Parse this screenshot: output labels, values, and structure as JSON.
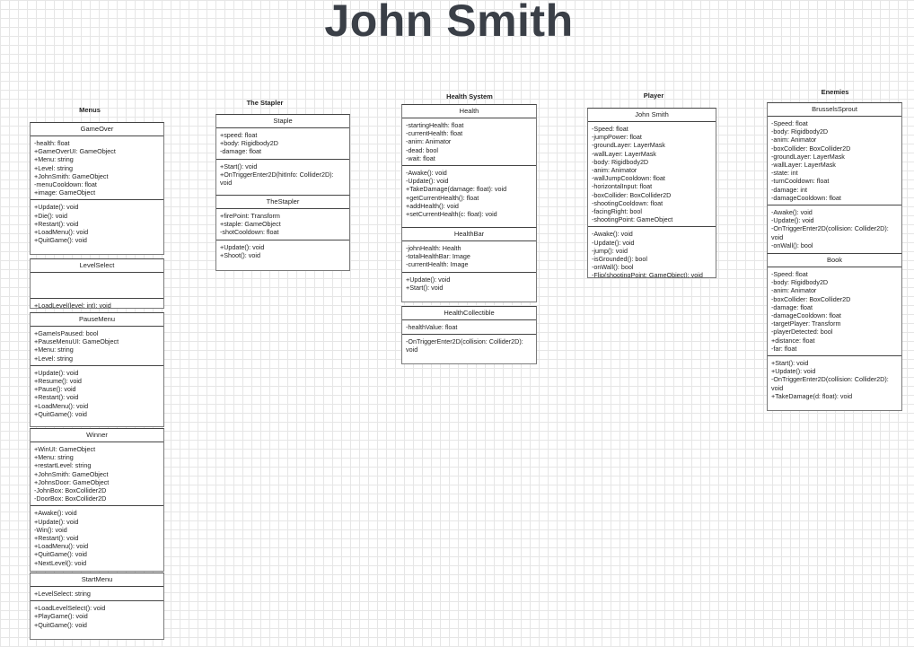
{
  "title": "John Smith",
  "headings": {
    "menus": "Menus",
    "stapler": "The Stapler",
    "health": "Health System",
    "player": "Player",
    "enemies": "Enemies"
  },
  "classes": {
    "gameover": {
      "name": "GameOver",
      "attrs": [
        "-health: float",
        "+GameOverUI: GameObject",
        "+Menu: string",
        "+Level: string",
        "+JohnSmith: GameObject",
        "-menuCooldown: float",
        "+image: GameObject"
      ],
      "methods": [
        "+Update(): void",
        "+Die(): void",
        "+Restart(): void",
        "+LoadMenu(): void",
        "+QuitGame(): void"
      ]
    },
    "levelselect": {
      "name": "LevelSelect",
      "attrs": [],
      "methods": [
        "+LoadLevel(level: int): void"
      ]
    },
    "pausemenu": {
      "name": "PauseMenu",
      "attrs": [
        "+GameIsPaused: bool",
        "+PauseMenuUI: GameObject",
        "+Menu: string",
        "+Level: string"
      ],
      "methods": [
        "+Update(): void",
        "+Resume(): void",
        "+Pause(): void",
        "+Restart(): void",
        "+LoadMenu(): void",
        "+QuitGame(): void"
      ]
    },
    "winner": {
      "name": "Winner",
      "attrs": [
        "+WinUI: GameObject",
        "+Menu: string",
        "+restartLevel: string",
        "+JohnSmith: GameObject",
        "+JohnsDoor: GameObject",
        "-JohnBox: BoxCollider2D",
        "-DoorBox: BoxCollider2D"
      ],
      "methods": [
        "+Awake(): void",
        "+Update(): void",
        "-Win(): void",
        "+Restart(): void",
        "+LoadMenu(): void",
        "+QuitGame(): void",
        "+NextLevel(): void"
      ]
    },
    "startmenu": {
      "name": "StartMenu",
      "attrs": [
        "+LevelSelect: string"
      ],
      "methods": [
        "+LoadLevelSelect(): void",
        "+PlayGame(): void",
        "+QuitGame(): void"
      ]
    },
    "staple": {
      "name": "Staple",
      "attrs": [
        "+speed: float",
        "+body: Rigidbody2D",
        "-damage: float"
      ],
      "methods": [
        "+Start(): void",
        "+OnTriggerEnter2D(hitInfo: Collider2D): void"
      ]
    },
    "thestapler": {
      "name": "TheStapler",
      "attrs": [
        "+firePoint: Transform",
        "+staple: GameObject",
        "-shotCooldown: float"
      ],
      "methods": [
        "+Update(): void",
        "+Shoot(): void"
      ]
    },
    "health": {
      "name": "Health",
      "attrs": [
        "-startingHealth: float",
        "-currentHealth: float",
        "-anim: Animator",
        "-dead: bool",
        "-wait: float"
      ],
      "methods": [
        "-Awake(): void",
        "-Update(): void",
        "+TakeDamage(damage: float): void",
        "+getCurrentHealth(): float",
        "+addHealth(): void",
        "+setCurrentHealth(c: float): void"
      ]
    },
    "healthbar": {
      "name": "HealthBar",
      "attrs": [
        "-johnHealth: Health",
        "-totalHealthBar: Image",
        "-currentHealth: Image"
      ],
      "methods": [
        "+Update(): void",
        "+Start(): void"
      ]
    },
    "healthcollectible": {
      "name": "HealthCollectible",
      "attrs": [
        "-healthValue: float"
      ],
      "methods": [
        "-OnTriggerEnter2D(collision: Collider2D): void"
      ]
    },
    "johnsmith": {
      "name": "John Smith",
      "attrs": [
        "-Speed: float",
        "-jumpPower: float",
        "-groundLayer: LayerMask",
        "-wallLayer: LayerMask",
        "-body: Rigidbody2D",
        "-anim: Animator",
        "-wallJumpCooldown: float",
        "-horizontalInput: float",
        "-boxCollider: BoxCollider2D",
        "-shootingCooldown: float",
        "-facingRight: bool",
        "-shootingPoint: GameObject"
      ],
      "methods": [
        "-Awake(): void",
        "-Update(): void",
        "-jump(): void",
        "-isGrounded(): bool",
        "-onWall(): bool",
        "-Flip(shootingPoint: GameObject): void"
      ]
    },
    "brusselssprout": {
      "name": "BrusselsSprout",
      "attrs": [
        "-Speed: float",
        "-body: Rigidbody2D",
        "-anim: Animator",
        "-boxCollider: BoxCollider2D",
        "-groundLayer: LayerMask",
        "-wallLayer: LayerMask",
        "-state: int",
        "-turnCooldown: float",
        "-damage: int",
        "-damageCooldown: float"
      ],
      "methods": [
        "-Awake(): void",
        "-Update(): void",
        "-OnTriggerEnter2D(collision: Collider2D): void",
        "-onWall(): bool"
      ]
    },
    "book": {
      "name": "Book",
      "attrs": [
        "-Speed: float",
        "-body: Rigidbody2D",
        "-anim: Animator",
        "-boxCollider: BoxCollider2D",
        "-damage: float",
        "-damageCooldown: float",
        "-targetPlayer: Transform",
        "-playerDetected: bool",
        "+distance: float",
        "-far: float"
      ],
      "methods": [
        "+Start(): void",
        "+Update(): void",
        "-OnTriggerEnter2D(collision: Collider2D): void",
        "+TakeDamage(d: float): void"
      ]
    }
  }
}
